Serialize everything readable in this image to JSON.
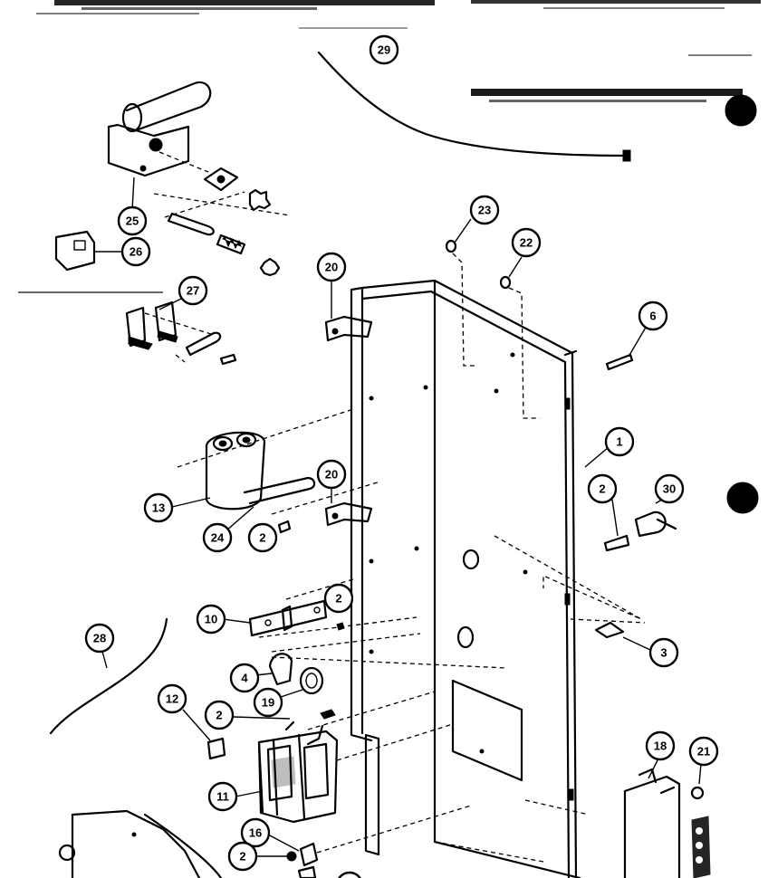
{
  "diagram": {
    "callouts": [
      {
        "id": "c-29-top",
        "label": "29"
      },
      {
        "id": "c-25",
        "label": "25"
      },
      {
        "id": "c-26",
        "label": "26"
      },
      {
        "id": "c-27",
        "label": "27"
      },
      {
        "id": "c-23",
        "label": "23"
      },
      {
        "id": "c-22",
        "label": "22"
      },
      {
        "id": "c-20-top",
        "label": "20"
      },
      {
        "id": "c-6",
        "label": "6"
      },
      {
        "id": "c-1",
        "label": "1"
      },
      {
        "id": "c-20-mid",
        "label": "20"
      },
      {
        "id": "c-30",
        "label": "30"
      },
      {
        "id": "c-2-right",
        "label": "2"
      },
      {
        "id": "c-13",
        "label": "13"
      },
      {
        "id": "c-24",
        "label": "24"
      },
      {
        "id": "c-2-cap",
        "label": "2"
      },
      {
        "id": "c-10",
        "label": "10"
      },
      {
        "id": "c-2-bracket",
        "label": "2"
      },
      {
        "id": "c-3",
        "label": "3"
      },
      {
        "id": "c-28",
        "label": "28"
      },
      {
        "id": "c-4",
        "label": "4"
      },
      {
        "id": "c-19",
        "label": "19"
      },
      {
        "id": "c-12",
        "label": "12"
      },
      {
        "id": "c-2-relay",
        "label": "2"
      },
      {
        "id": "c-11",
        "label": "11"
      },
      {
        "id": "c-16",
        "label": "16"
      },
      {
        "id": "c-2-bottom",
        "label": "2"
      },
      {
        "id": "c-18",
        "label": "18"
      },
      {
        "id": "c-21",
        "label": "21"
      }
    ]
  }
}
